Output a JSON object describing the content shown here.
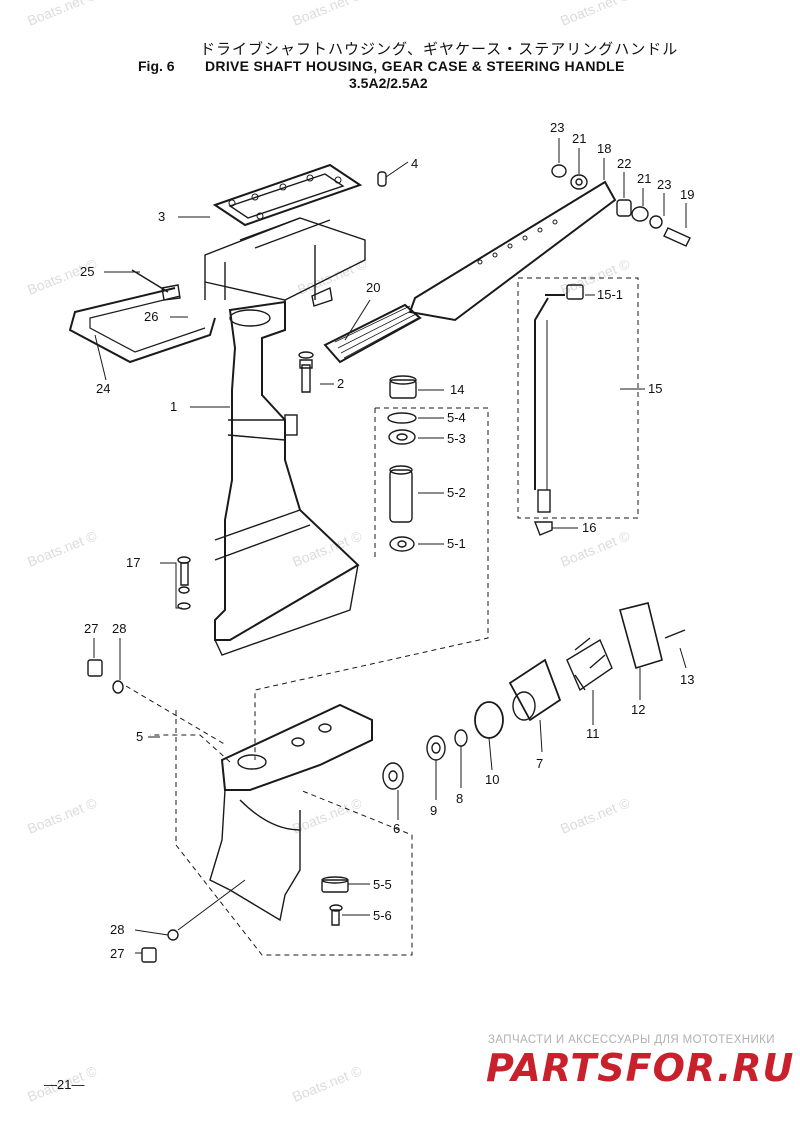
{
  "header": {
    "japanese_title": "ドライブシャフトハウジング、ギヤケース・ステアリングハンドル",
    "fig_label": "Fig. 6",
    "english_title": "DRIVE SHAFT HOUSING, GEAR CASE & STEERING HANDLE",
    "model": "3.5A2/2.5A2"
  },
  "callouts": [
    "4",
    "3",
    "25",
    "26",
    "24",
    "1",
    "2",
    "20",
    "14",
    "5-4",
    "5-3",
    "5-2",
    "5-1",
    "17",
    "27",
    "28",
    "5",
    "23",
    "21",
    "18",
    "22",
    "21",
    "23",
    "19",
    "15-1",
    "15",
    "16",
    "13",
    "12",
    "11",
    "7",
    "10",
    "8",
    "9",
    "6",
    "5-5",
    "5-6",
    "28",
    "27"
  ],
  "watermark": "Boats.net ©",
  "branding": {
    "subtitle": "ЗАПЧАСТИ И АКСЕССУАРЫ ДЛЯ МОТОТЕХНИКИ",
    "logo": "PARTSFOR.RU",
    "logo_color": "#c8212c"
  },
  "page_number": "—21—"
}
